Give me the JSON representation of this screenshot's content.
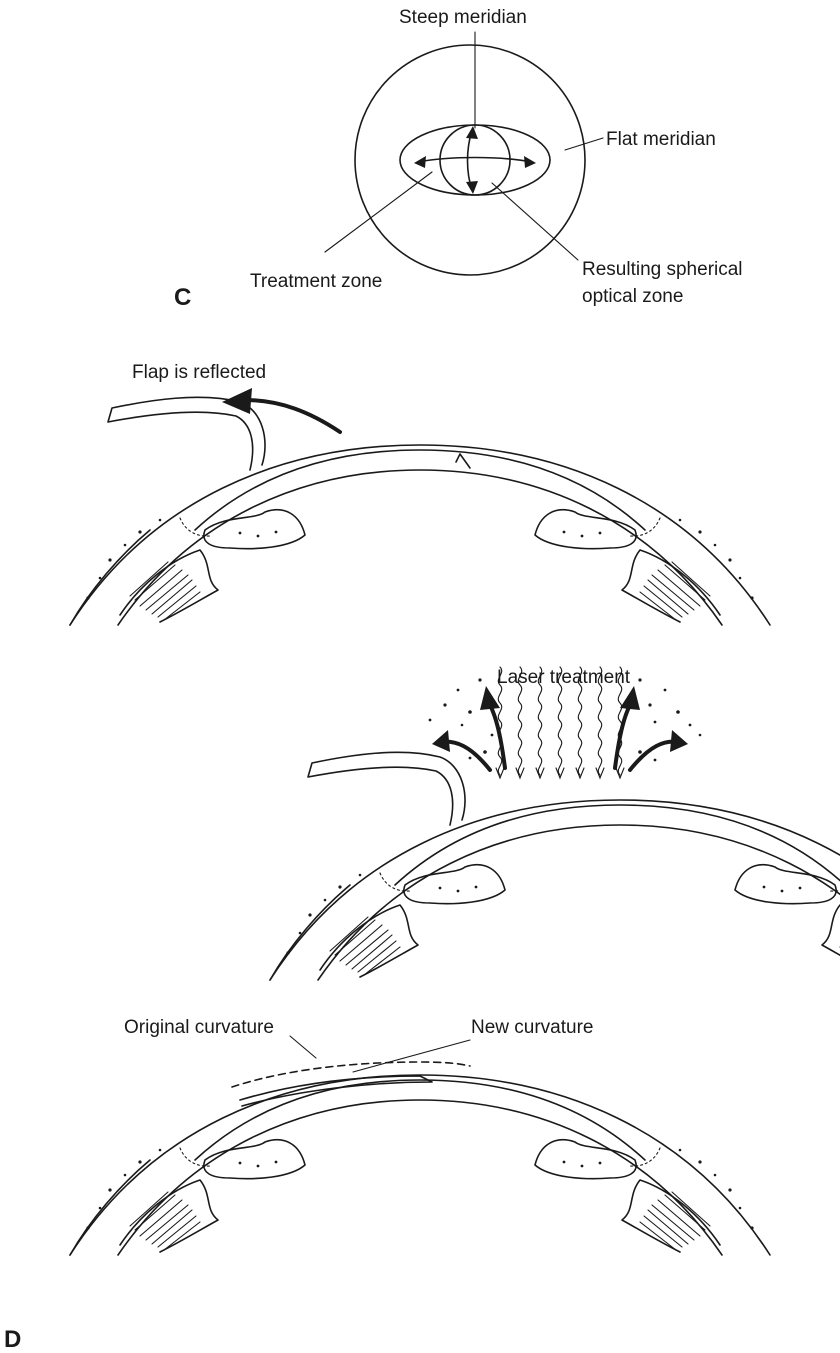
{
  "panel_c": {
    "letter": "C",
    "labels": {
      "steep_meridian": "Steep meridian",
      "flat_meridian": "Flat meridian",
      "treatment_zone": "Treatment zone",
      "resulting_line1": "Resulting spherical",
      "resulting_line2": "optical zone"
    }
  },
  "panel_d": {
    "letter": "D",
    "labels": {
      "flap_reflected": "Flap is reflected",
      "laser_treatment": "Laser treatment",
      "original_curvature": "Original curvature",
      "new_curvature": "New curvature"
    }
  }
}
